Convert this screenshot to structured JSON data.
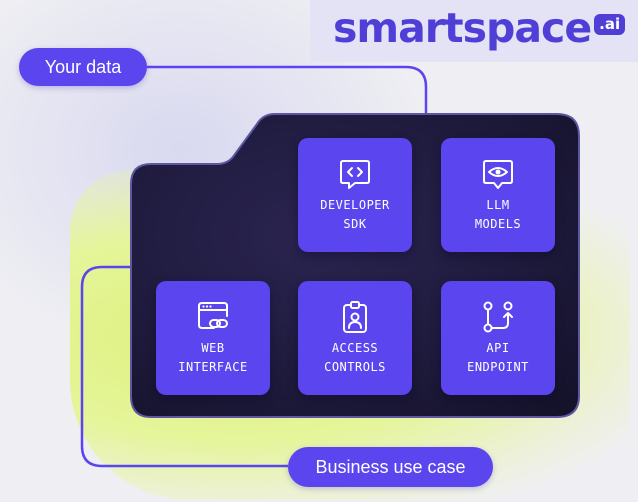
{
  "brand": {
    "name": "smartspace",
    "tld": ".ai",
    "color": "#4f3fd6"
  },
  "pills": {
    "your_data": "Your data",
    "business_use_case": "Business use case"
  },
  "tiles": [
    {
      "line1": "DEVELOPER",
      "line2": "SDK",
      "icon": "code-bubble-icon"
    },
    {
      "line1": "LLM",
      "line2": "MODELS",
      "icon": "eye-bubble-icon"
    },
    {
      "line1": "WEB",
      "line2": "INTERFACE",
      "icon": "browser-link-icon"
    },
    {
      "line1": "ACCESS",
      "line2": "CONTROLS",
      "icon": "id-badge-icon"
    },
    {
      "line1": "API",
      "line2": "ENDPOINT",
      "icon": "git-branch-icon"
    }
  ],
  "colors": {
    "accent": "#5b45ee",
    "folder_dark": "#1c1838",
    "highlight_green": "#ddf07a"
  }
}
